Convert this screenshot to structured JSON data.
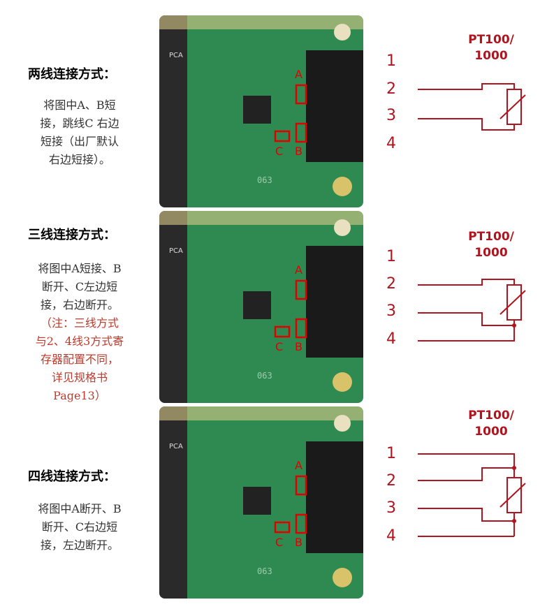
{
  "panels": [
    {
      "title": "两线连接方式：",
      "desc": [
        "将图中A、B短",
        "接，跳线C 右边",
        "短接（出厂默认",
        "右边短接）。"
      ],
      "note": [],
      "pt_label": [
        "PT100/",
        "1000"
      ],
      "pins": [
        "1",
        "2",
        "3",
        "4"
      ],
      "jumpers": [
        "A",
        "B",
        "C"
      ],
      "board_text": [
        "PCA",
        "063"
      ]
    },
    {
      "title": "三线连接方式：",
      "desc": [
        "将图中A短接、B",
        "断开、C左边短",
        "接，右边断开。"
      ],
      "note": [
        "（注：三线方式",
        "与2、4线3方式寄",
        "存器配置不同，",
        "详见规格书",
        "Page13）"
      ],
      "pt_label": [
        "PT100/",
        "1000"
      ],
      "pins": [
        "1",
        "2",
        "3",
        "4"
      ],
      "jumpers": [
        "A",
        "B",
        "C"
      ],
      "board_text": [
        "PCA",
        "063"
      ]
    },
    {
      "title": "四线连接方式：",
      "desc": [
        "将图中A断开、B",
        "断开、C右边短",
        "接，左边断开。"
      ],
      "note": [],
      "pt_label": [
        "PT100/",
        "1000"
      ],
      "pins": [
        "1",
        "2",
        "3",
        "4"
      ],
      "jumpers": [
        "A",
        "B",
        "C"
      ],
      "board_text": [
        "PCA",
        "063"
      ]
    }
  ],
  "colors": {
    "accent": "#b0141e",
    "pcb": "#2e7d4f",
    "connector": "#1a1a1a"
  }
}
